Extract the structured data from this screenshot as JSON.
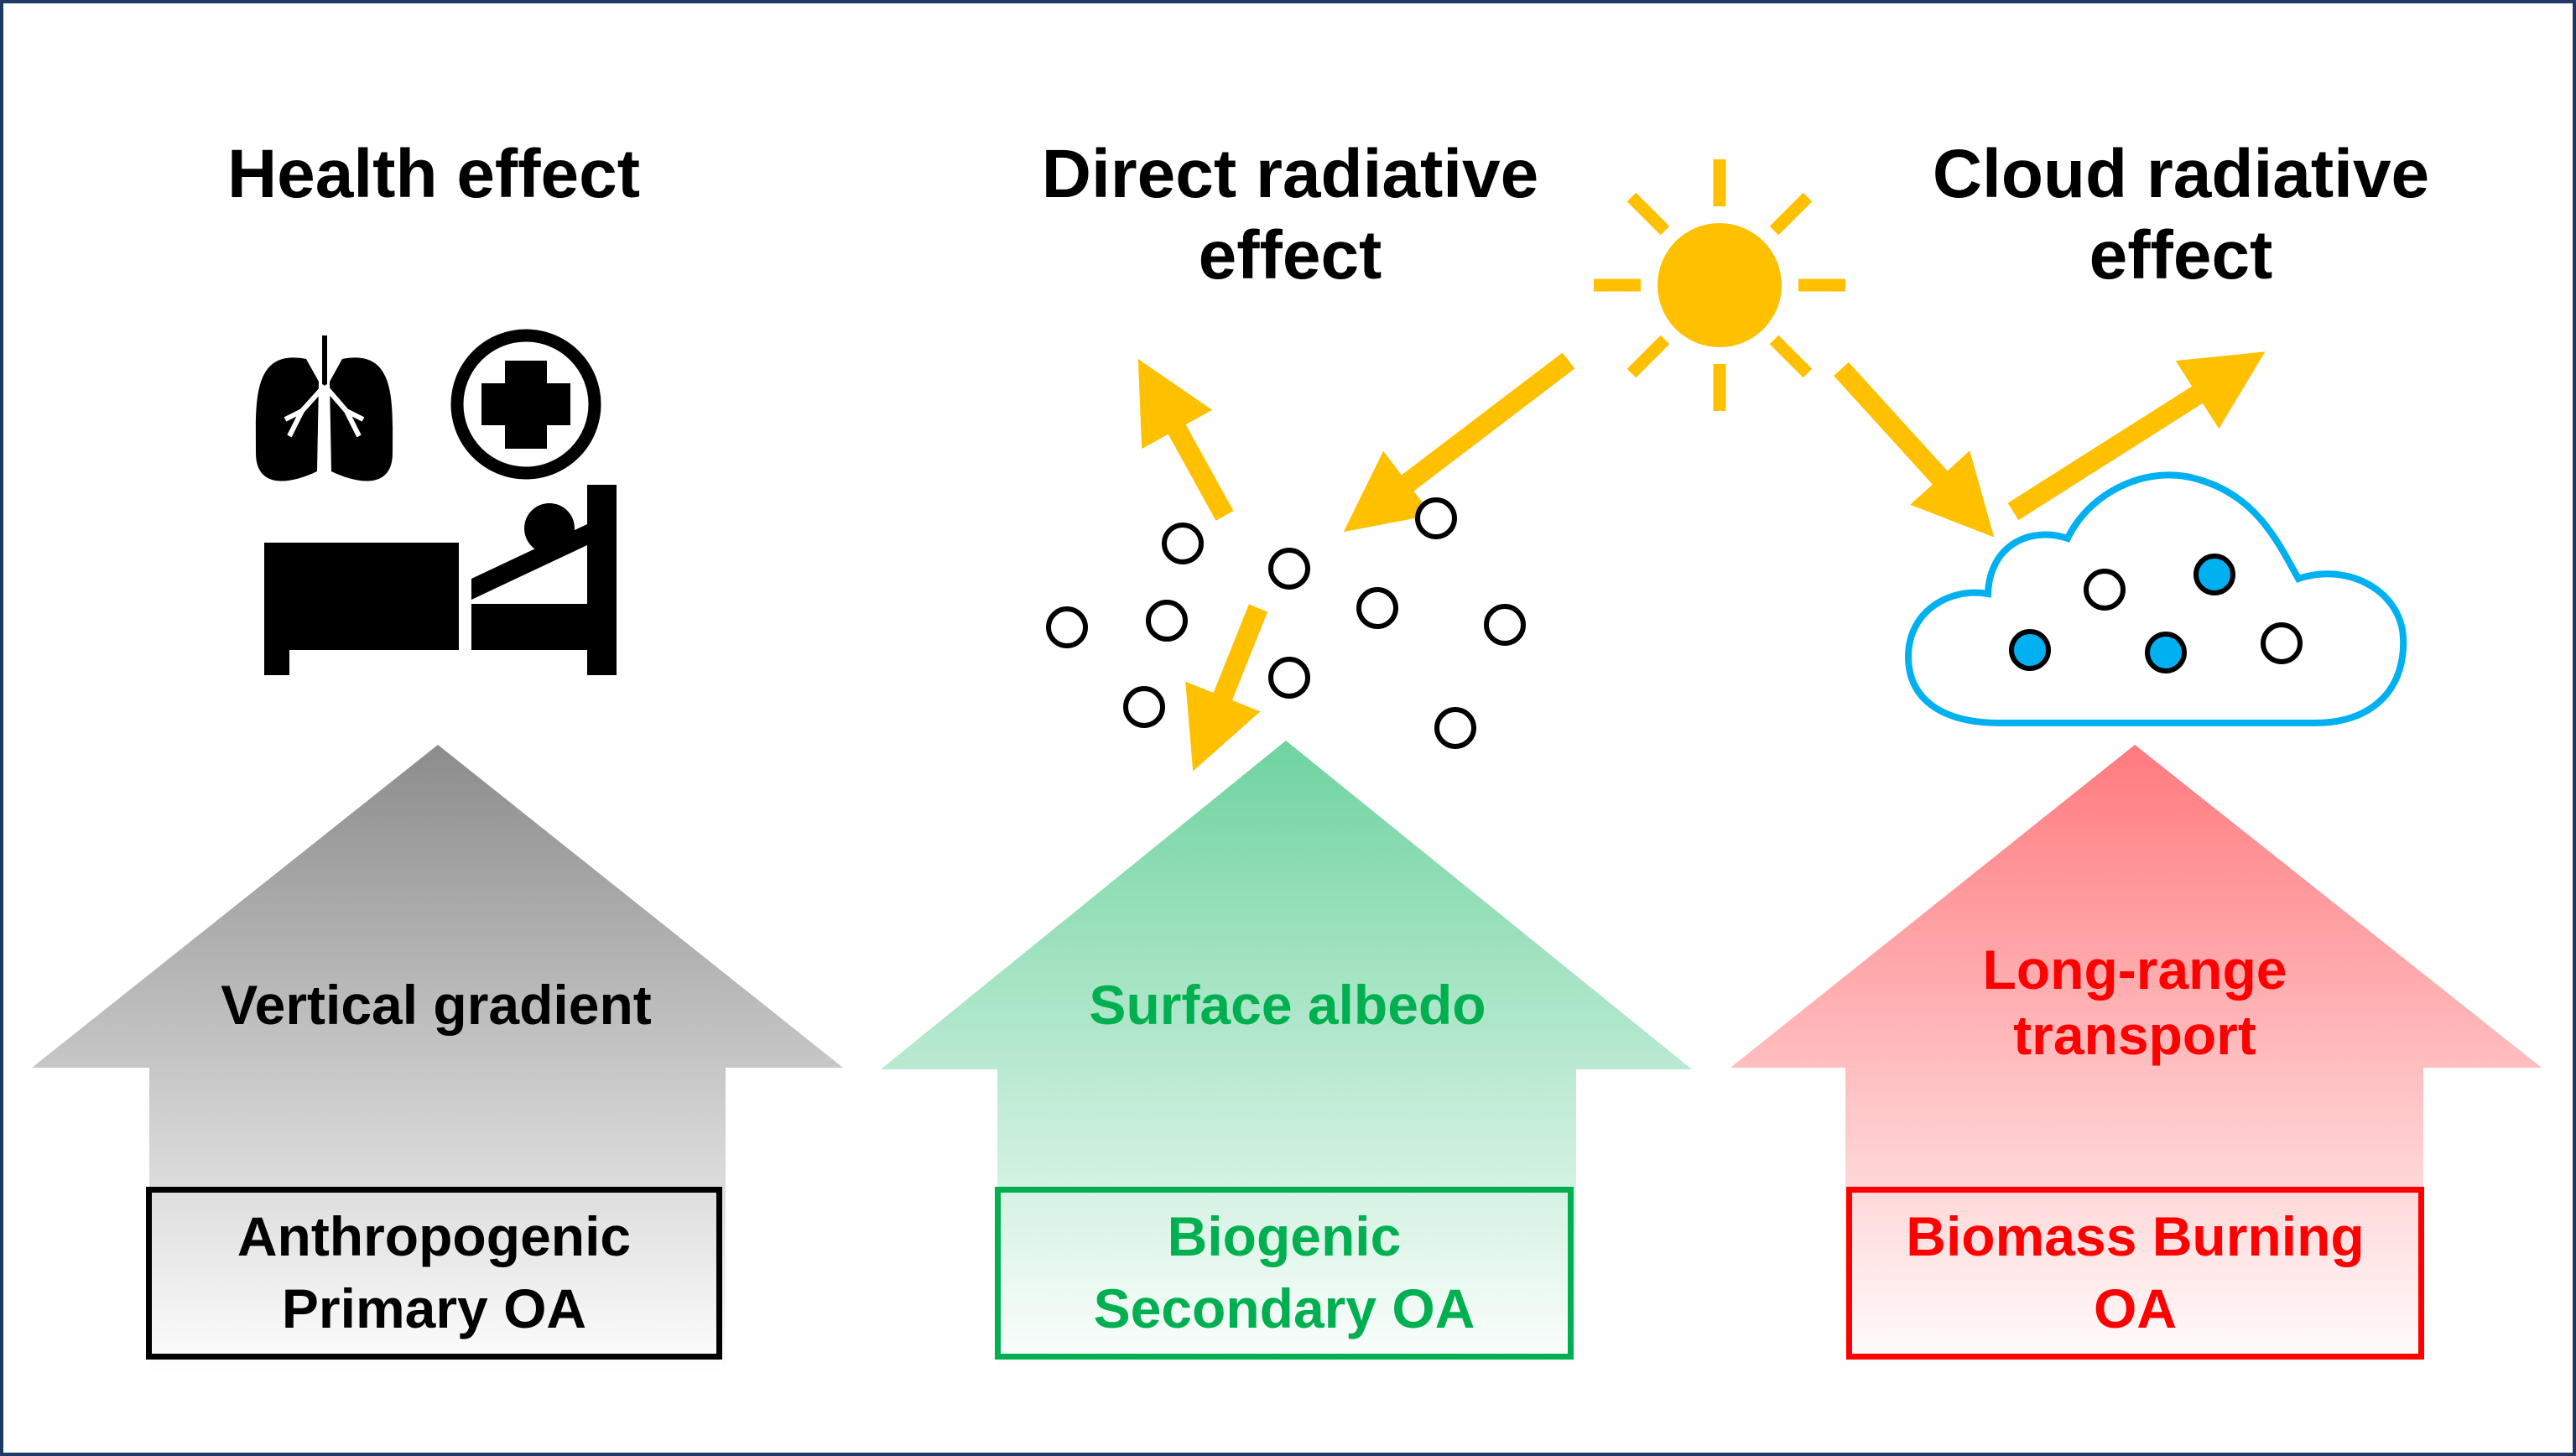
{
  "columns": [
    {
      "title": [
        "Health effect"
      ],
      "factor": [
        "Vertical gradient"
      ],
      "source": [
        "Anthropogenic",
        "Primary OA"
      ],
      "color": "#000000"
    },
    {
      "title": [
        "Direct radiative",
        "effect"
      ],
      "factor": [
        "Surface albedo"
      ],
      "source": [
        "Biogenic",
        "Secondary OA"
      ],
      "color": "#00B050"
    },
    {
      "title": [
        "Cloud radiative",
        "effect"
      ],
      "factor": [
        "Long-range",
        "transport"
      ],
      "source": [
        "Biomass Burning",
        "OA"
      ],
      "color": "#FF0000"
    }
  ],
  "icons": [
    "lungs-icon",
    "medical-cross-icon",
    "hospital-bed-icon",
    "sun-icon",
    "aerosol-particle-icon",
    "cloud-icon",
    "cloud-droplet-icon"
  ],
  "colors": {
    "sunlight": "#FFC000",
    "cloud": "#00B0F0",
    "droplet": "#00B0F0",
    "grey_arrow": "#808080",
    "green_arrow": "#5CC98F",
    "red_arrow": "#FF7C80",
    "frame": "#1F3864"
  }
}
